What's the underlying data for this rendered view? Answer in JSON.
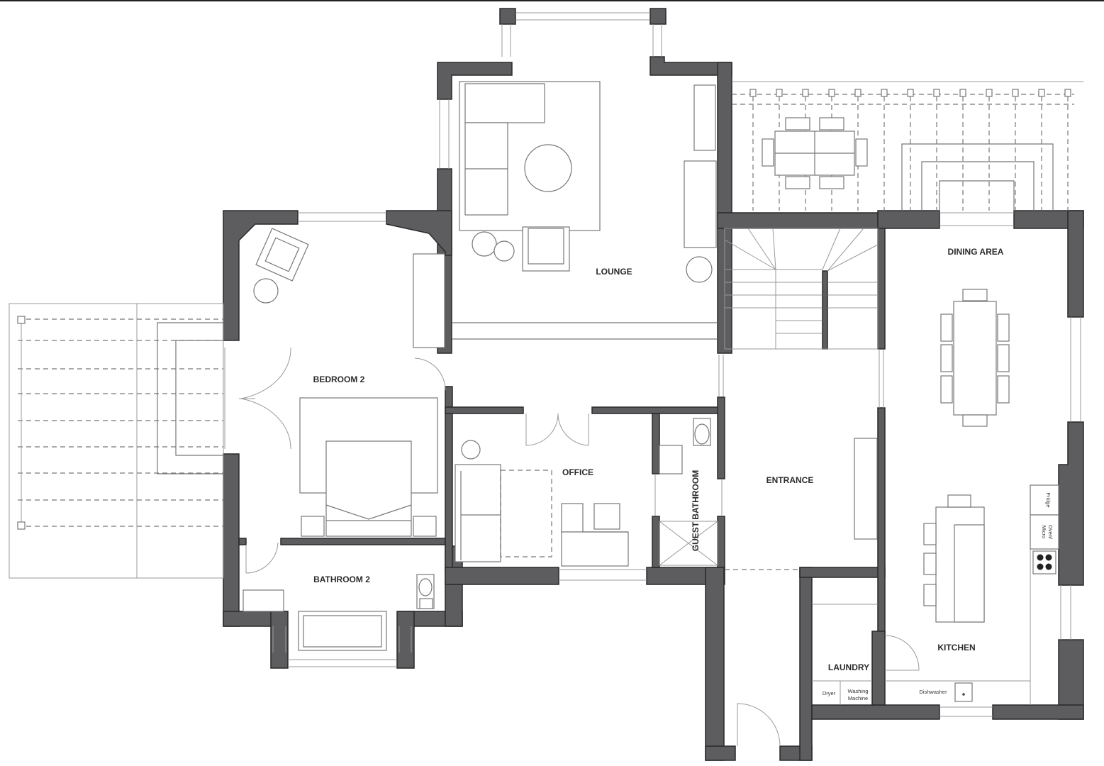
{
  "rooms": {
    "lounge": "LOUNGE",
    "dining_area": "DINING AREA",
    "bedroom_2": "BEDROOM 2",
    "office": "OFFICE",
    "guest_bathroom": "GUEST BATHROOM",
    "entrance": "ENTRANCE",
    "bathroom_2": "BATHROOM 2",
    "kitchen": "KITCHEN",
    "laundry": "LAUNDRY"
  },
  "appliances": {
    "fridge": "Fridge",
    "oven_line1": "Oven/",
    "oven_line2": "Micro",
    "dryer": "Dryer",
    "washing_line1": "Washing",
    "washing_line2": "Machine",
    "dishwasher": "Dishwasher"
  },
  "colors": {
    "wall": "#5d5d5f",
    "line": "#777777",
    "background": "#ffffff"
  }
}
